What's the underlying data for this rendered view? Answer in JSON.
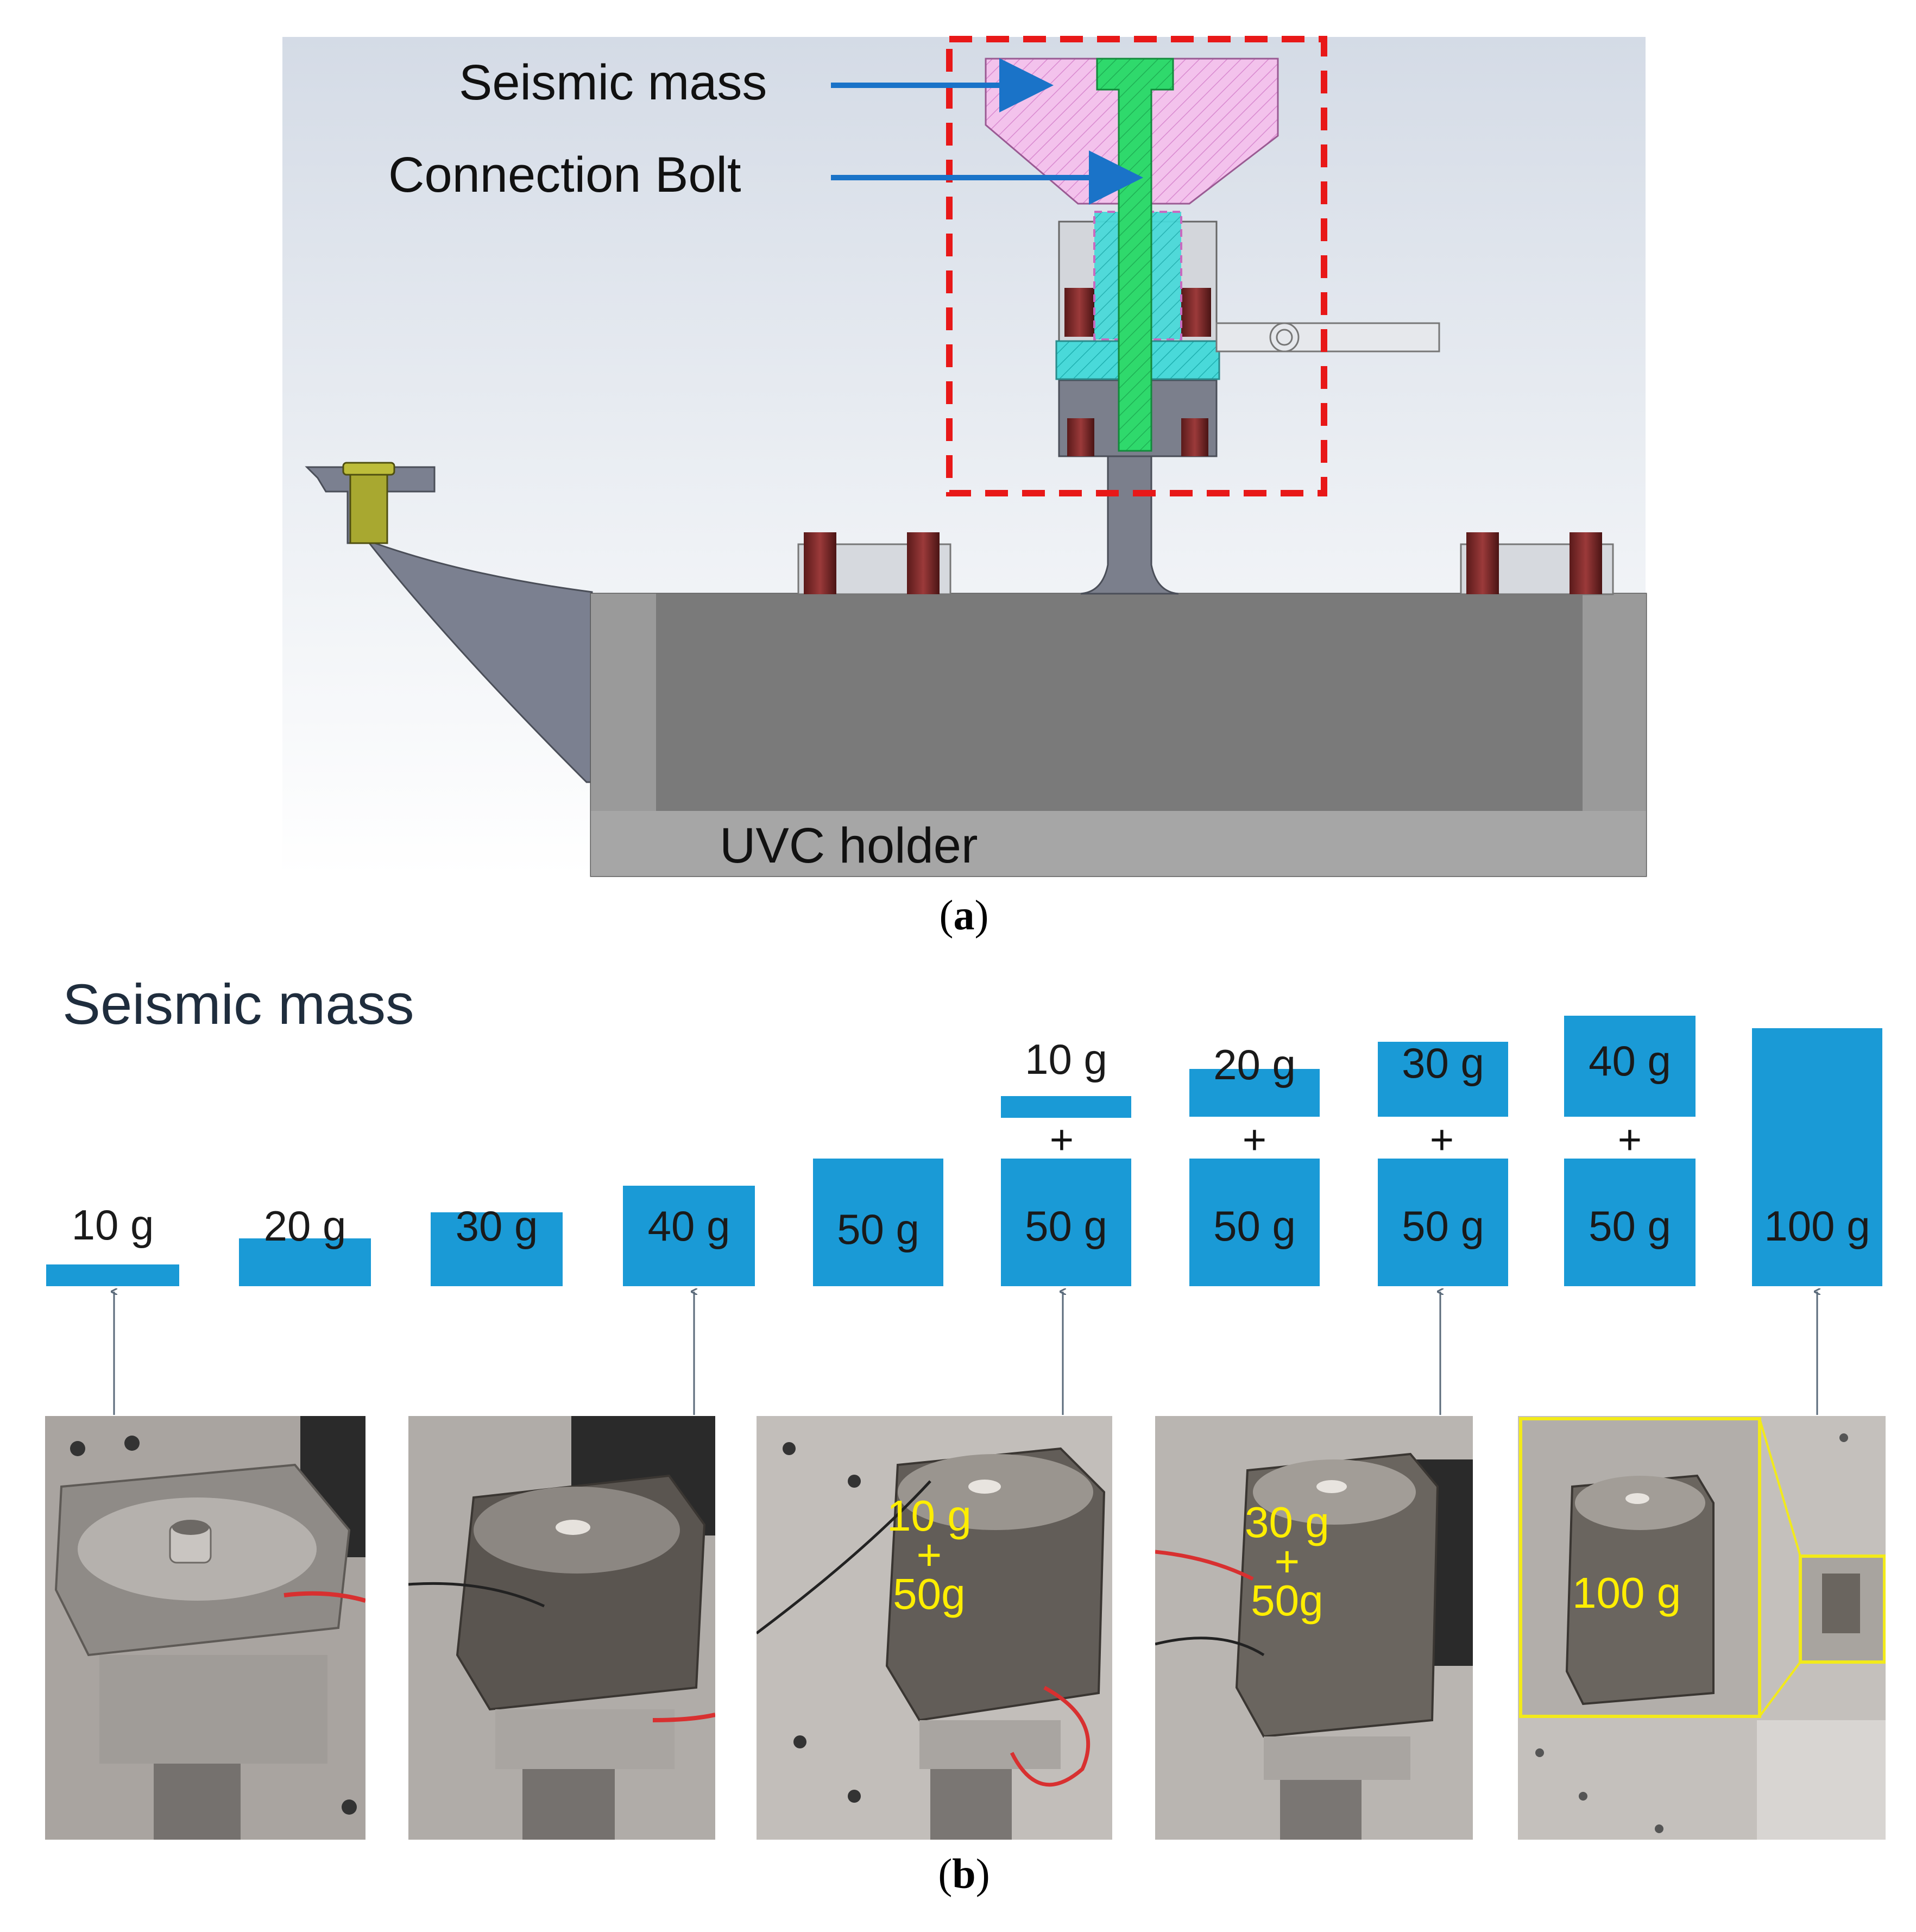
{
  "figure_a": {
    "labels": {
      "seismic_mass": "Seismic mass",
      "connection_bolt": "Connection Bolt",
      "uvc_holder": "UVC holder"
    },
    "caption_prefix": "(",
    "caption_letter": "a",
    "caption_suffix": ")",
    "colors": {
      "mass": "#f0b8e8",
      "bolt": "#2ed66a",
      "spring": "#39d5d5",
      "highlight": "#e81818",
      "arrow": "#1a73c8"
    }
  },
  "figure_b": {
    "title": "Seismic mass",
    "caption_prefix": "(",
    "caption_letter": "b",
    "caption_suffix": ")",
    "configs": [
      {
        "bottom": "10 g"
      },
      {
        "bottom": "20 g"
      },
      {
        "bottom": "30 g"
      },
      {
        "bottom": "40 g"
      },
      {
        "bottom": "50 g"
      },
      {
        "top": "10 g",
        "plus": "+",
        "bottom": "50 g"
      },
      {
        "top": "20 g",
        "plus": "+",
        "bottom": "50 g"
      },
      {
        "top": "30 g",
        "plus": "+",
        "bottom": "50 g"
      },
      {
        "top": "40 g",
        "plus": "+",
        "bottom": "50 g"
      },
      {
        "bottom": "100 g"
      }
    ],
    "photo_labels": [
      "",
      "",
      "10 g\n+\n50g",
      "30 g\n+\n50g",
      "100 g"
    ],
    "colors": {
      "block": "#1a9ad6",
      "photo_label": "#ffee00",
      "inset_frame": "#f2ea1a"
    }
  }
}
